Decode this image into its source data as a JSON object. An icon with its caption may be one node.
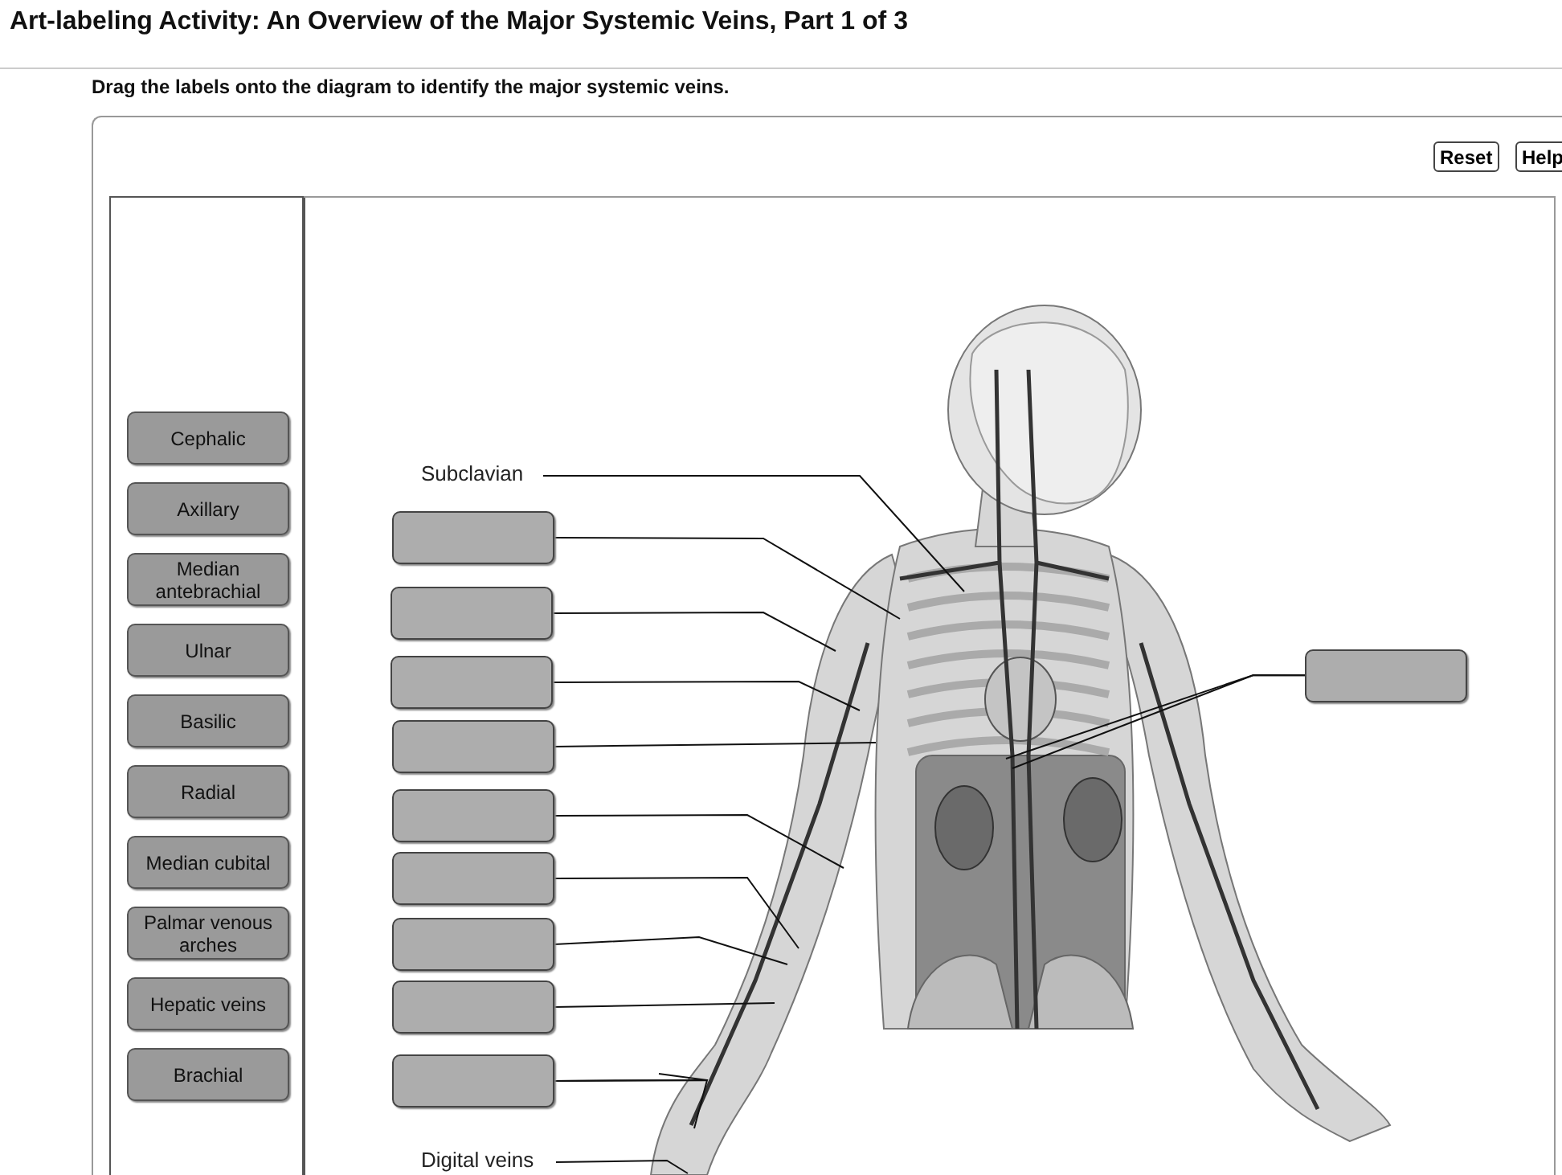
{
  "diagram": {
    "title": "Art-labeling Activity: An Overview of the Major Systemic Veins, Part 1 of 3",
    "nodes": [
      {
        "text": [
          "Cephalic"
        ]
      },
      {
        "text": [
          "Axillary"
        ]
      },
      {
        "text": [
          "Median antebrachial"
        ]
      },
      {
        "text": [
          "Ulnar"
        ]
      },
      {
        "text": [
          "Basilic"
        ]
      },
      {
        "text": [
          "Radial"
        ]
      },
      {
        "text": [
          "Median cubital"
        ]
      },
      {
        "text": [
          "Palmar venous arches"
        ]
      },
      {
        "text": [
          "Hepatic veins"
        ]
      },
      {
        "text": [
          "Brachial"
        ]
      },
      {
        "text": [
          "Subclavian"
        ]
      },
      {
        "text": [],
        "shape": "box"
      },
      {
        "text": [],
        "shape": "box"
      },
      {
        "text": [],
        "shape": "box"
      },
      {
        "text": [],
        "shape": "box"
      },
      {
        "text": [],
        "shape": "box"
      },
      {
        "text": [],
        "shape": "box"
      },
      {
        "text": [],
        "shape": "box"
      },
      {
        "text": [],
        "shape": "box"
      },
      {
        "text": [],
        "shape": "box"
      },
      {
        "text": [],
        "shape": "box"
      },
      {
        "text": [
          "Digital veins"
        ]
      }
    ],
    "edges": [
      {
        "from": 10,
        "to": null,
        "arrow": "none"
      },
      {
        "from": 11,
        "to": null,
        "arrow": "none"
      },
      {
        "from": 12,
        "to": null,
        "arrow": "none"
      },
      {
        "from": 13,
        "to": null,
        "arrow": "none"
      },
      {
        "from": 14,
        "to": null,
        "arrow": "none"
      },
      {
        "from": 15,
        "to": null,
        "arrow": "none"
      },
      {
        "from": 16,
        "to": null,
        "arrow": "none"
      },
      {
        "from": 17,
        "to": null,
        "arrow": "none"
      },
      {
        "from": 18,
        "to": null,
        "arrow": "none"
      },
      {
        "from": 19,
        "to": null,
        "arrow": "none"
      },
      {
        "from": 19,
        "to": null,
        "arrow": "none"
      },
      {
        "from": 20,
        "to": null,
        "arrow": "none"
      },
      {
        "from": 20,
        "to": null,
        "arrow": "none"
      },
      {
        "from": 21,
        "to": null,
        "arrow": "none"
      }
    ],
    "labels": [
      "Drag the labels onto the diagram to identify the major systemic veins.",
      "Reset",
      "Help"
    ]
  }
}
